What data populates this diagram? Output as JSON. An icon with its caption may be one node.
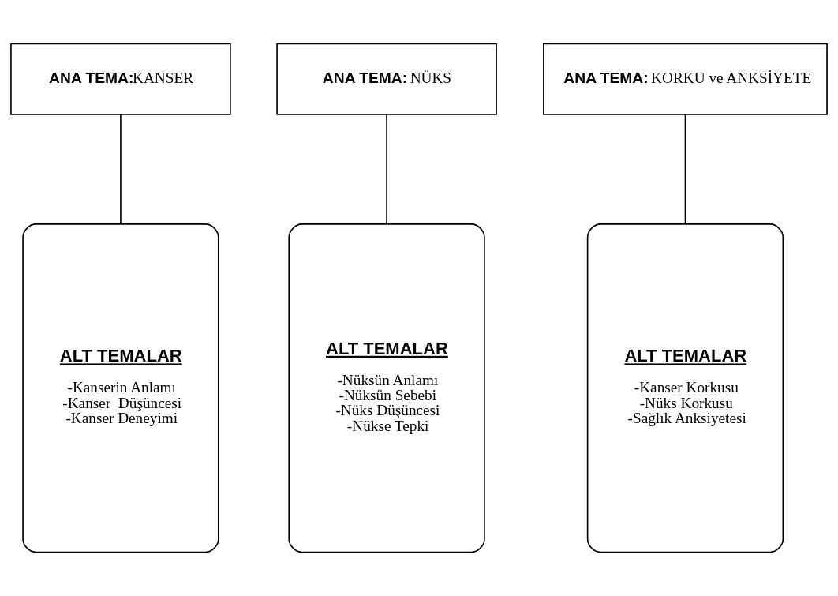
{
  "diagram": {
    "nodes": [
      {
        "text": [
          "**ANA TEMA:**KANSER"
        ]
      },
      {
        "text": [
          "**ANA TEMA:** NÜKS"
        ]
      },
      {
        "text": [
          "**ANA TEMA:** KORKU ve ANKSİYETE"
        ]
      },
      {
        "text": [
          "ALT TEMALAR",
          "-Kanserin Anlamı",
          "-Kanser  Düşüncesi",
          "-Kanser Deneyimi"
        ]
      },
      {
        "text": [
          "ALT TEMALAR",
          "-Nüksün Anlamı",
          "-Nüksün Sebebi",
          "-Nüks Düşüncesi",
          "-Nükse Tepki"
        ]
      },
      {
        "text": [
          "ALT TEMALAR",
          "-Kanser Korkusu",
          "-Nüks Korkusu",
          "-Sağlık Anksiyetesi"
        ]
      }
    ],
    "edges": [
      {
        "from": 0,
        "to": 3,
        "arrow": "none"
      },
      {
        "from": 1,
        "to": 4,
        "arrow": "none"
      },
      {
        "from": 2,
        "to": 5,
        "arrow": "none"
      }
    ]
  }
}
